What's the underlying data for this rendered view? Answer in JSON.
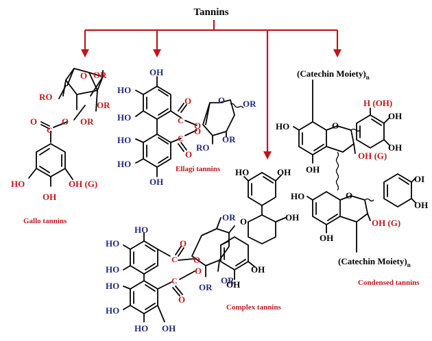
{
  "title": "Tannins",
  "colors": {
    "red": "#c0161c",
    "blue": "#1f2a7a",
    "black": "#000000"
  },
  "categories": {
    "gallo": "Gallo tannins",
    "ellagi": "Ellagi tannins",
    "complex": "Complex tannins",
    "condensed": "Condensed tannins"
  },
  "gallo": {
    "o": "O",
    "or1": "OR",
    "ro": "RO",
    "or2": "OR",
    "or3": "OR",
    "c_o": "O",
    "c": "C",
    "ester_o": "O",
    "ho1": "HO",
    "oh_g": "OH (G)",
    "oh": "OH"
  },
  "ellagi": {
    "oh_top": "OH",
    "ho1": "HO",
    "ho2": "HO",
    "c1": "C",
    "o1": "O",
    "o2": "O",
    "ring_o": "O",
    "or1": "OR",
    "ho3": "HO",
    "ho4": "HO",
    "c2": "C",
    "o3": "O",
    "o4": "O",
    "or2": "OR",
    "ro": "RO",
    "oh_bottom": "OH"
  },
  "condensed": {
    "top_label": "(Catechin Moiety)",
    "top_sub": "n",
    "h_oh": "H (OH)",
    "oh1": "OH",
    "oh2": "OH",
    "ho1": "HO",
    "o1": "O",
    "oh_g1": "OH (G)",
    "oh3": "OH",
    "oi": "OI",
    "oh4": "OH",
    "ho2": "HO",
    "o2": "O",
    "oh_g2": "OH (G)",
    "oh5": "OH",
    "bottom_label": "(Catechin Moiety)",
    "bottom_sub": "n"
  },
  "complex": {
    "oh1": "HO",
    "oh2": "OH",
    "o1": "O",
    "oh3": "OH",
    "or1": "OR",
    "oh4": "OH",
    "oh5": "OH",
    "ho1": "HO",
    "ho2": "HO",
    "ho3": "HO",
    "c1": "C",
    "o_a": "O",
    "o_b": "O",
    "c2": "C",
    "o_c": "O",
    "o_d": "O",
    "or2": "OR",
    "or3": "OR",
    "ho4": "HO",
    "ho5": "HO",
    "ho6": "HO",
    "oh6": "OH"
  }
}
